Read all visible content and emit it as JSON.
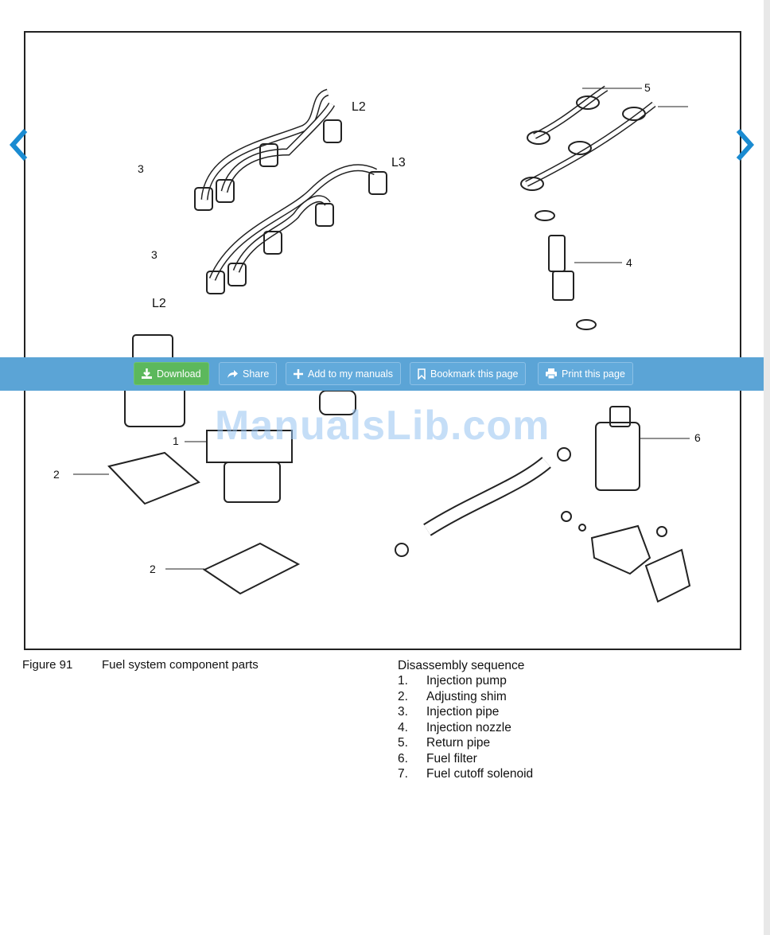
{
  "figure": {
    "callouts": {
      "l2_top": "L2",
      "l3": "L3",
      "pipe_a": "3",
      "pipe_b": "3",
      "l2_pump": "L2",
      "return_pipe": "5",
      "nozzle": "4",
      "pump": "1",
      "shim_a": "2",
      "shim_b": "2",
      "filter": "6"
    }
  },
  "toolbar": {
    "download": "Download",
    "share": "Share",
    "add": "Add to my manuals",
    "bookmark": "Bookmark this page",
    "print": "Print this page"
  },
  "watermark": "ManualsLib.com",
  "caption": {
    "figure_no": "Figure 91",
    "title": "Fuel system component parts"
  },
  "sequence": {
    "title": "Disassembly sequence",
    "items": [
      {
        "n": "1.",
        "t": "Injection pump"
      },
      {
        "n": "2.",
        "t": "Adjusting shim"
      },
      {
        "n": "3.",
        "t": "Injection pipe"
      },
      {
        "n": "4.",
        "t": "Injection nozzle"
      },
      {
        "n": "5.",
        "t": "Return pipe"
      },
      {
        "n": "6.",
        "t": "Fuel filter"
      },
      {
        "n": "7.",
        "t": "Fuel cutoff solenoid"
      }
    ]
  },
  "colors": {
    "toolbar": "#5ba4d6",
    "download": "#5cb85c",
    "nav_arrow": "#1a8bd1"
  }
}
